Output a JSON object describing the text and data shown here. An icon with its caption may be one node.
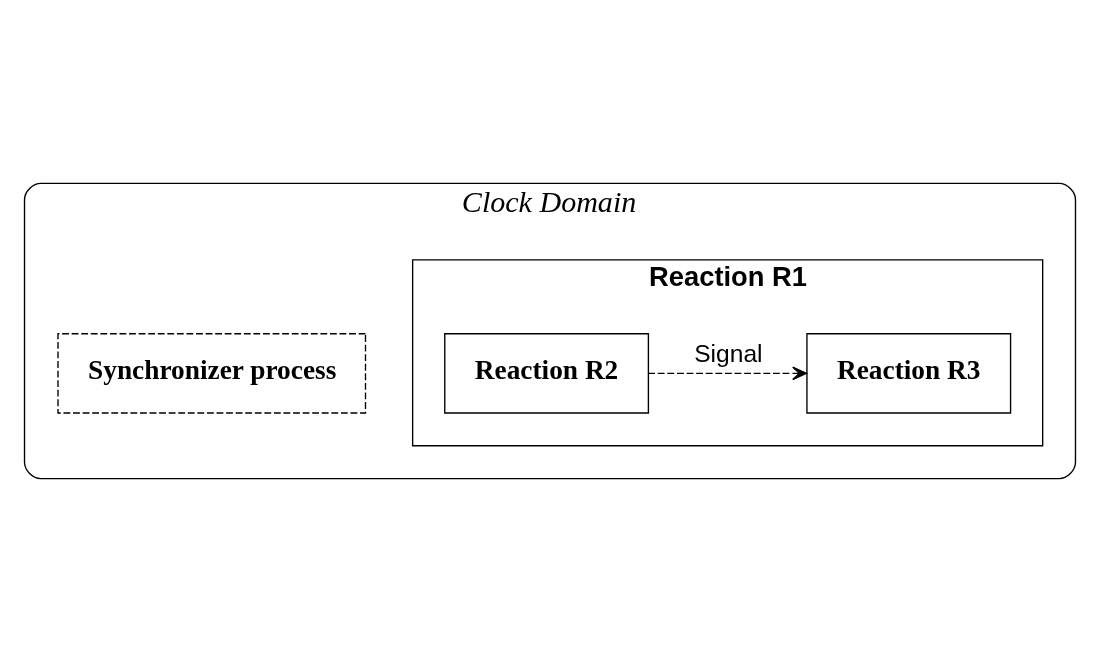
{
  "diagram": {
    "nodes": [
      {
        "text": [
          "Clock Domain"
        ]
      },
      {
        "text": [
          "Reaction R1"
        ],
        "in": 0
      },
      {
        "text": [
          "Reaction R2"
        ],
        "in": 1
      },
      {
        "text": [
          "Reaction R3"
        ],
        "in": 1
      },
      {
        "text": [
          "Synchronizer process"
        ],
        "in": 0
      }
    ],
    "edges": [
      {
        "from": 2,
        "to": 3,
        "arrow": "to",
        "label": "Signal",
        "style": "dashed"
      }
    ]
  }
}
